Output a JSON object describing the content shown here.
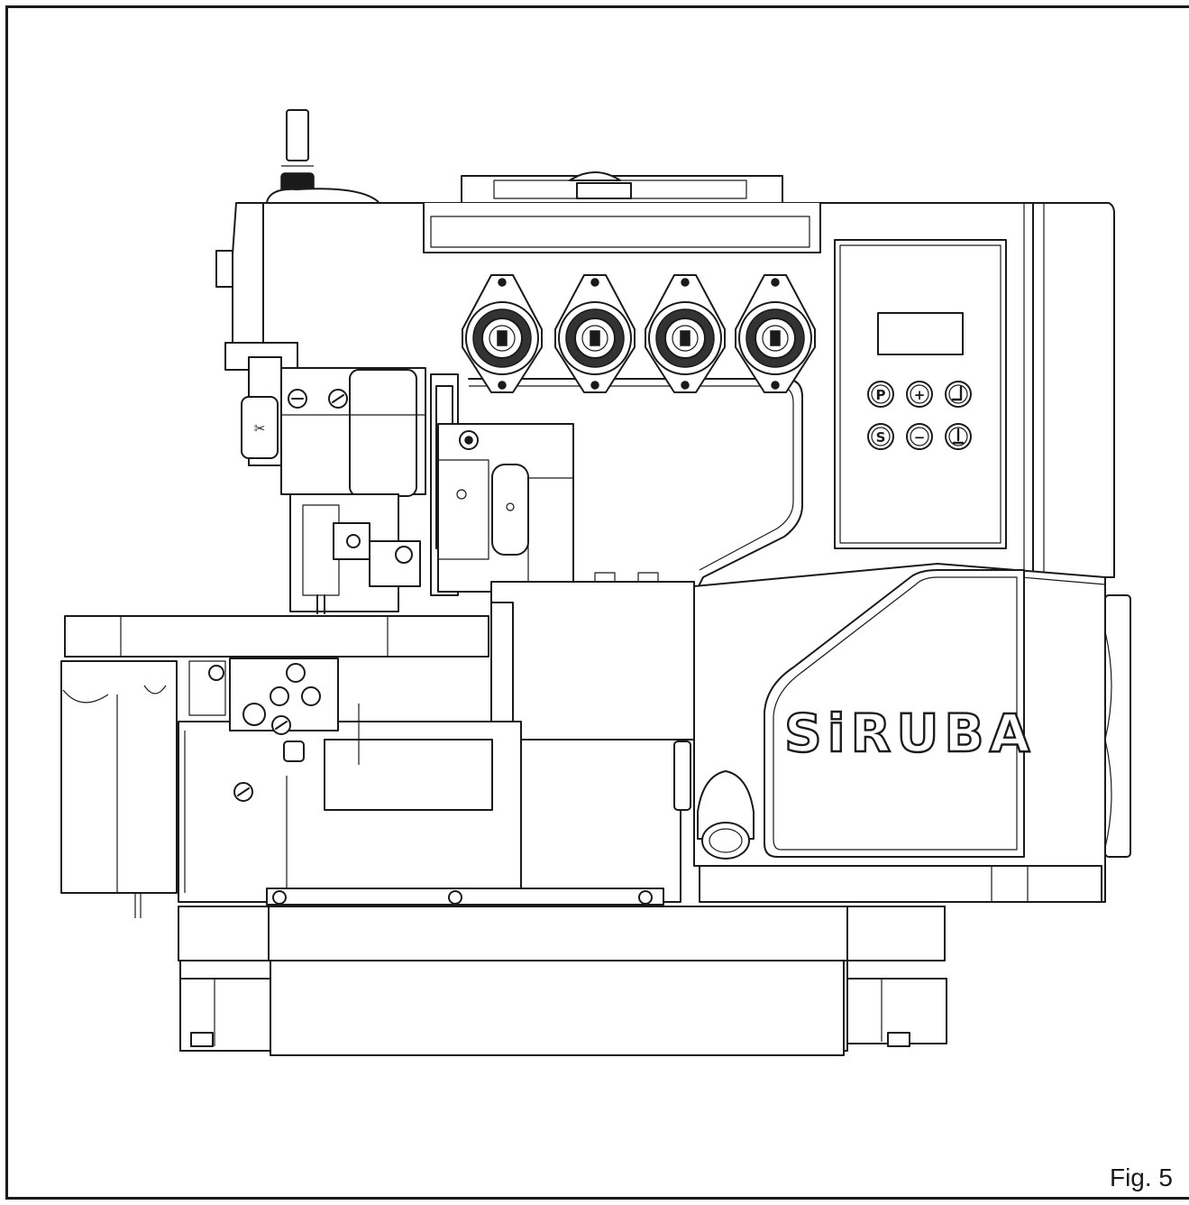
{
  "figure": {
    "caption": "Fig. 5",
    "brand_logo": "SiRUBA"
  },
  "control_panel": {
    "buttons": [
      {
        "name": "p-button",
        "label": "P"
      },
      {
        "name": "plus-button",
        "label": "+"
      },
      {
        "name": "presser-up-button",
        "icon": "presser-foot-up-icon"
      },
      {
        "name": "s-button",
        "label": "S"
      },
      {
        "name": "minus-button",
        "label": "−"
      },
      {
        "name": "presser-down-button",
        "icon": "presser-foot-down-icon"
      }
    ]
  },
  "thread_tension_dials": 4,
  "colors": {
    "line": "#1a1a1a",
    "background": "#ffffff"
  }
}
